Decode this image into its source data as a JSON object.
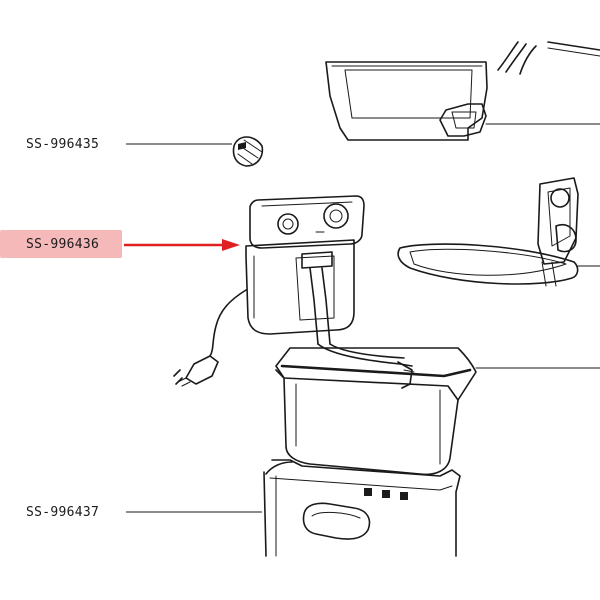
{
  "labels": {
    "part_1": "SS-996435",
    "part_2": "SS-996436",
    "part_3": "SS-996437"
  },
  "highlight": {
    "color": "#f6b9b9",
    "arrow_color": "#e02020"
  },
  "line_color": "#1a1a1a"
}
